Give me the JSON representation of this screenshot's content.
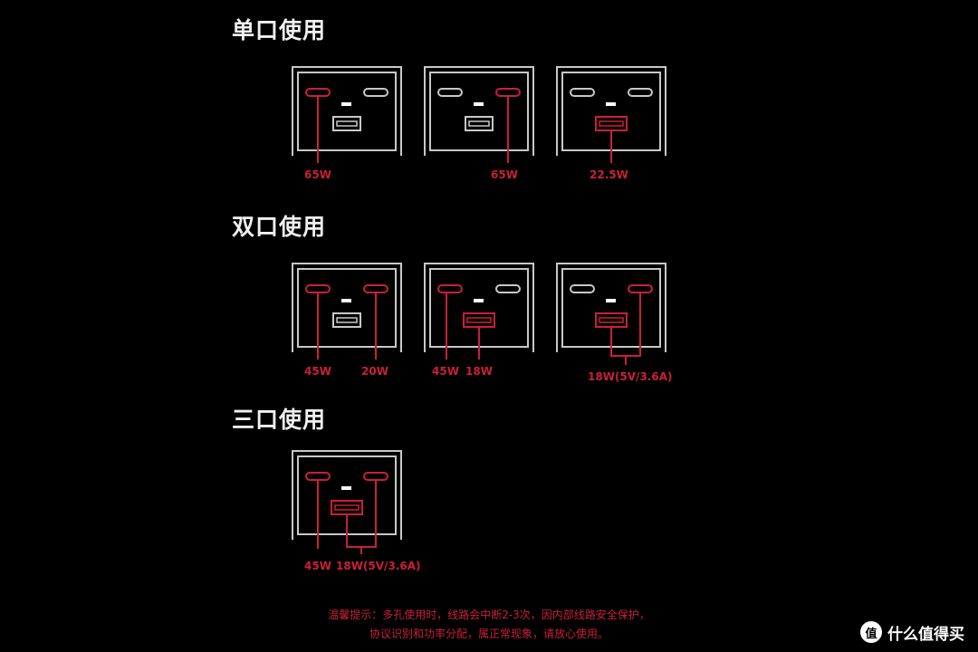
{
  "sections": {
    "single": "单口使用",
    "dual": "双口使用",
    "triple": "三口使用"
  },
  "diagrams": {
    "single_c1": {
      "labels": [
        "65W"
      ],
      "active": [
        "c1"
      ]
    },
    "single_c2": {
      "labels": [
        "65W"
      ],
      "active": [
        "c2"
      ]
    },
    "single_a": {
      "labels": [
        "22.5W"
      ],
      "active": [
        "a"
      ]
    },
    "dual_c1c2": {
      "labels": [
        "45W",
        "20W"
      ],
      "active": [
        "c1",
        "c2"
      ]
    },
    "dual_c1a": {
      "labels": [
        "45W",
        "18W"
      ],
      "active": [
        "c1",
        "a"
      ]
    },
    "dual_c2a": {
      "labels": [
        "18W(5V/3.6A)"
      ],
      "active": [
        "c2",
        "a"
      ]
    },
    "triple_all": {
      "labels": [
        "45W",
        "18W(5V/3.6A)"
      ],
      "active": [
        "c1",
        "c2",
        "a"
      ]
    }
  },
  "note": {
    "line1": "温馨提示：多孔使用时，线路会中断2-3次，因内部线路安全保护，",
    "line2": "协议识别和功率分配，属正常现象，请放心使用。"
  },
  "brand": {
    "logo": "值",
    "text": "什么值得买"
  },
  "colors": {
    "accent": "#c8203a",
    "outline": "#c8c8c8",
    "background": "#000000"
  }
}
